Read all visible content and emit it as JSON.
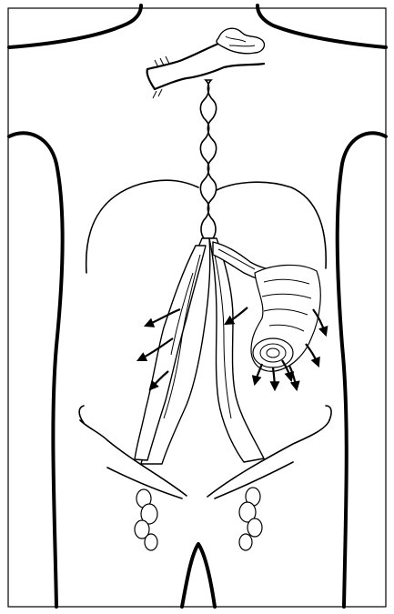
{
  "figure": {
    "subject": "lymphatic-drainage-torso",
    "line_color": "#000000",
    "background_color": "#ffffff",
    "arrows": {
      "left_side": 4,
      "right_cluster": 6
    }
  }
}
